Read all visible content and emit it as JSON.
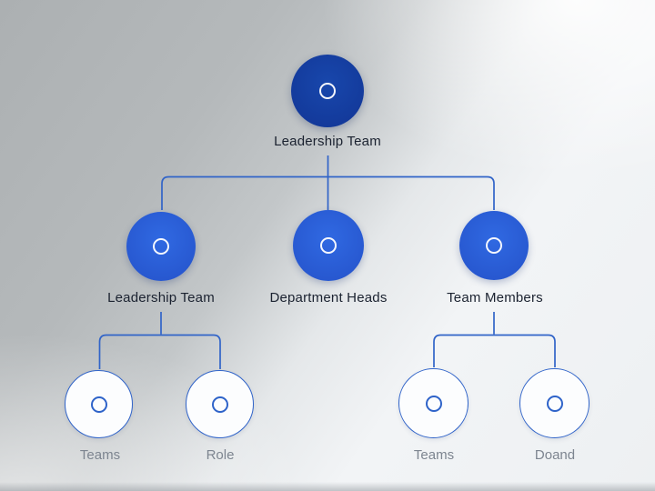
{
  "tree": {
    "root": {
      "label": "Leadership Team"
    },
    "level2": [
      {
        "label": "Leadership Team"
      },
      {
        "label": "Department Heads"
      },
      {
        "label": "Team Members"
      }
    ],
    "level3": [
      {
        "label": "Teams"
      },
      {
        "label": "Role"
      },
      {
        "label": "Teams"
      },
      {
        "label": "Doand"
      }
    ]
  },
  "icons": {
    "node_glyph": "ring-icon"
  },
  "colors": {
    "root_node_fill": "#143fa0",
    "level2_node_fill": "#2b62d9",
    "leaf_node_fill": "#fcfdfe",
    "node_outline": "#2f63c9",
    "connector_line": "#3164c8",
    "label_dark": "#1b2230",
    "label_gray": "#7d8590"
  }
}
